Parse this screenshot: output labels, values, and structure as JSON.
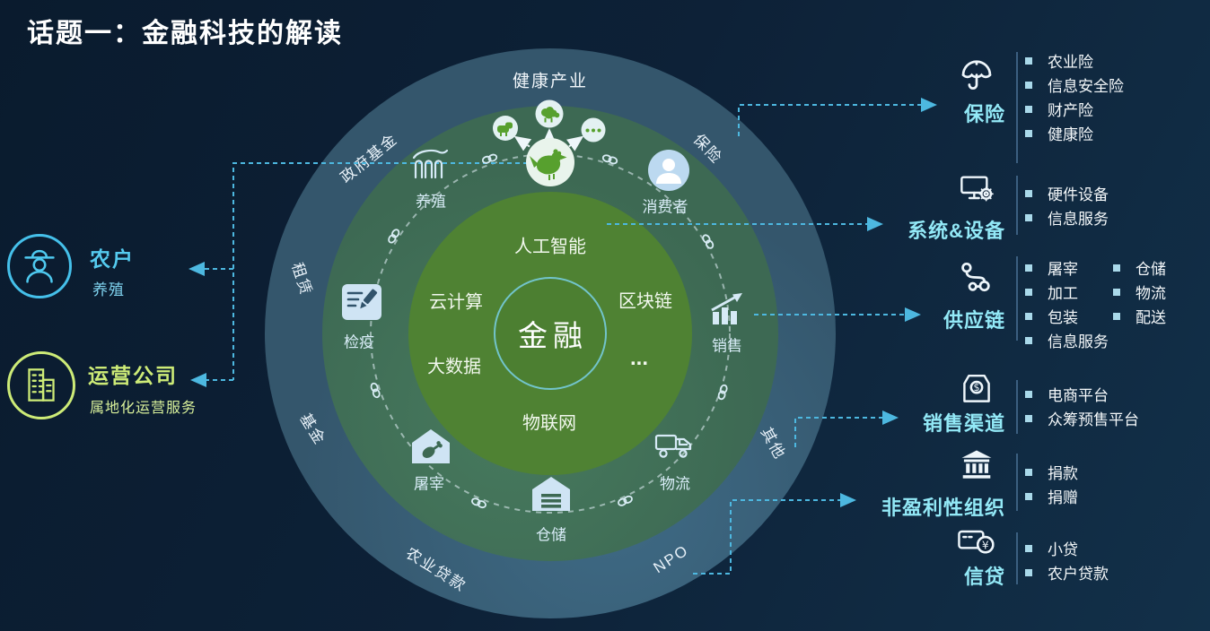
{
  "title": "话题一：金融科技的解读",
  "colors": {
    "background": "#0d2137",
    "outer_ring": "#34566c",
    "middle_ring": "#3d6953",
    "inner_disc": "#4f8233",
    "center_border": "#72c4cb",
    "connector_blue": "#4db8e0",
    "farmer_accent": "#4ec9ef",
    "operator_accent": "#cdeb77",
    "right_label_accent": "#93e9f7"
  },
  "diagram": {
    "center_label": "金融",
    "top_label": "健康产业",
    "inner_items": [
      "人工智能",
      "云计算",
      "区块链",
      "大数据",
      "...",
      "物联网"
    ],
    "outer_labels": [
      "政府基金",
      "保险",
      "租赁",
      "基金",
      "农业贷款",
      "NPO",
      "其他"
    ],
    "ring_items": [
      {
        "label": "养殖"
      },
      {
        "label": "消费者"
      },
      {
        "label": "检疫"
      },
      {
        "label": "销售"
      },
      {
        "label": "屠宰"
      },
      {
        "label": "仓储"
      },
      {
        "label": "物流"
      }
    ]
  },
  "left_panel": {
    "farmer": {
      "title": "农户",
      "subtitle": "养殖"
    },
    "operator": {
      "title": "运营公司",
      "subtitle": "属地化运营服务"
    }
  },
  "right_panel": {
    "rows": [
      {
        "label": "保险",
        "items": [
          "农业险",
          "信息安全险",
          "财产险",
          "健康险"
        ]
      },
      {
        "label": "系统&设备",
        "items": [
          "硬件设备",
          "信息服务"
        ]
      },
      {
        "label": "供应链",
        "items": [
          "屠宰",
          "加工",
          "包装",
          "信息服务"
        ],
        "items2": [
          "仓储",
          "物流",
          "配送"
        ]
      },
      {
        "label": "销售渠道",
        "items": [
          "电商平台",
          "众筹预售平台"
        ]
      },
      {
        "label": "非盈利性组织",
        "items": [
          "捐款",
          "捐赠"
        ]
      },
      {
        "label": "信贷",
        "items": [
          "小贷",
          "农户贷款"
        ]
      }
    ]
  }
}
